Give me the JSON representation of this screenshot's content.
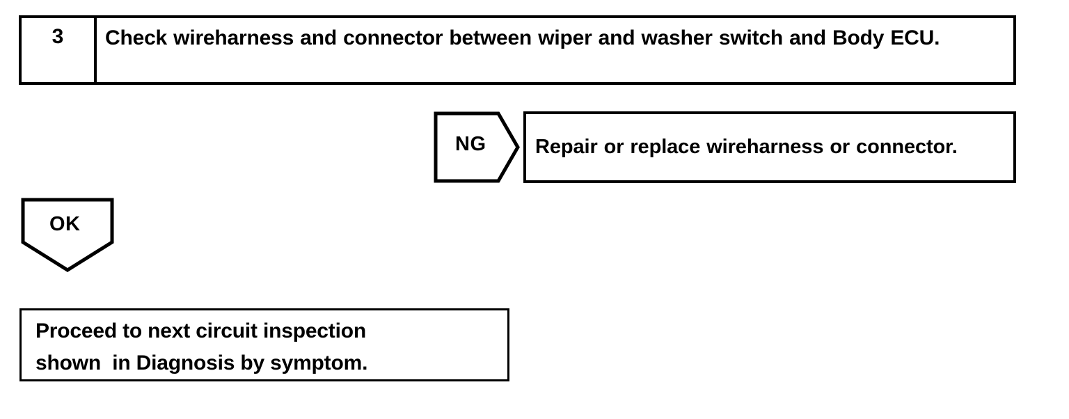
{
  "document": {
    "type": "troubleshooting-flowchart",
    "ink_color": "#000000",
    "background_color": "#ffffff"
  },
  "step": {
    "number": "3",
    "instruction": "Check wireharness and connector between wiper and washer switch and Body ECU."
  },
  "branches": {
    "ng": {
      "label": "NG",
      "shape": "right-pointing-pentagon-arrow",
      "target_text": "Repair or replace wireharness or connector."
    },
    "ok": {
      "label": "OK",
      "shape": "down-pointing-pentagon-arrow"
    }
  },
  "result": {
    "line1": "Proceed to next circuit inspection",
    "line2": "shown  in Diagnosis by symptom."
  }
}
